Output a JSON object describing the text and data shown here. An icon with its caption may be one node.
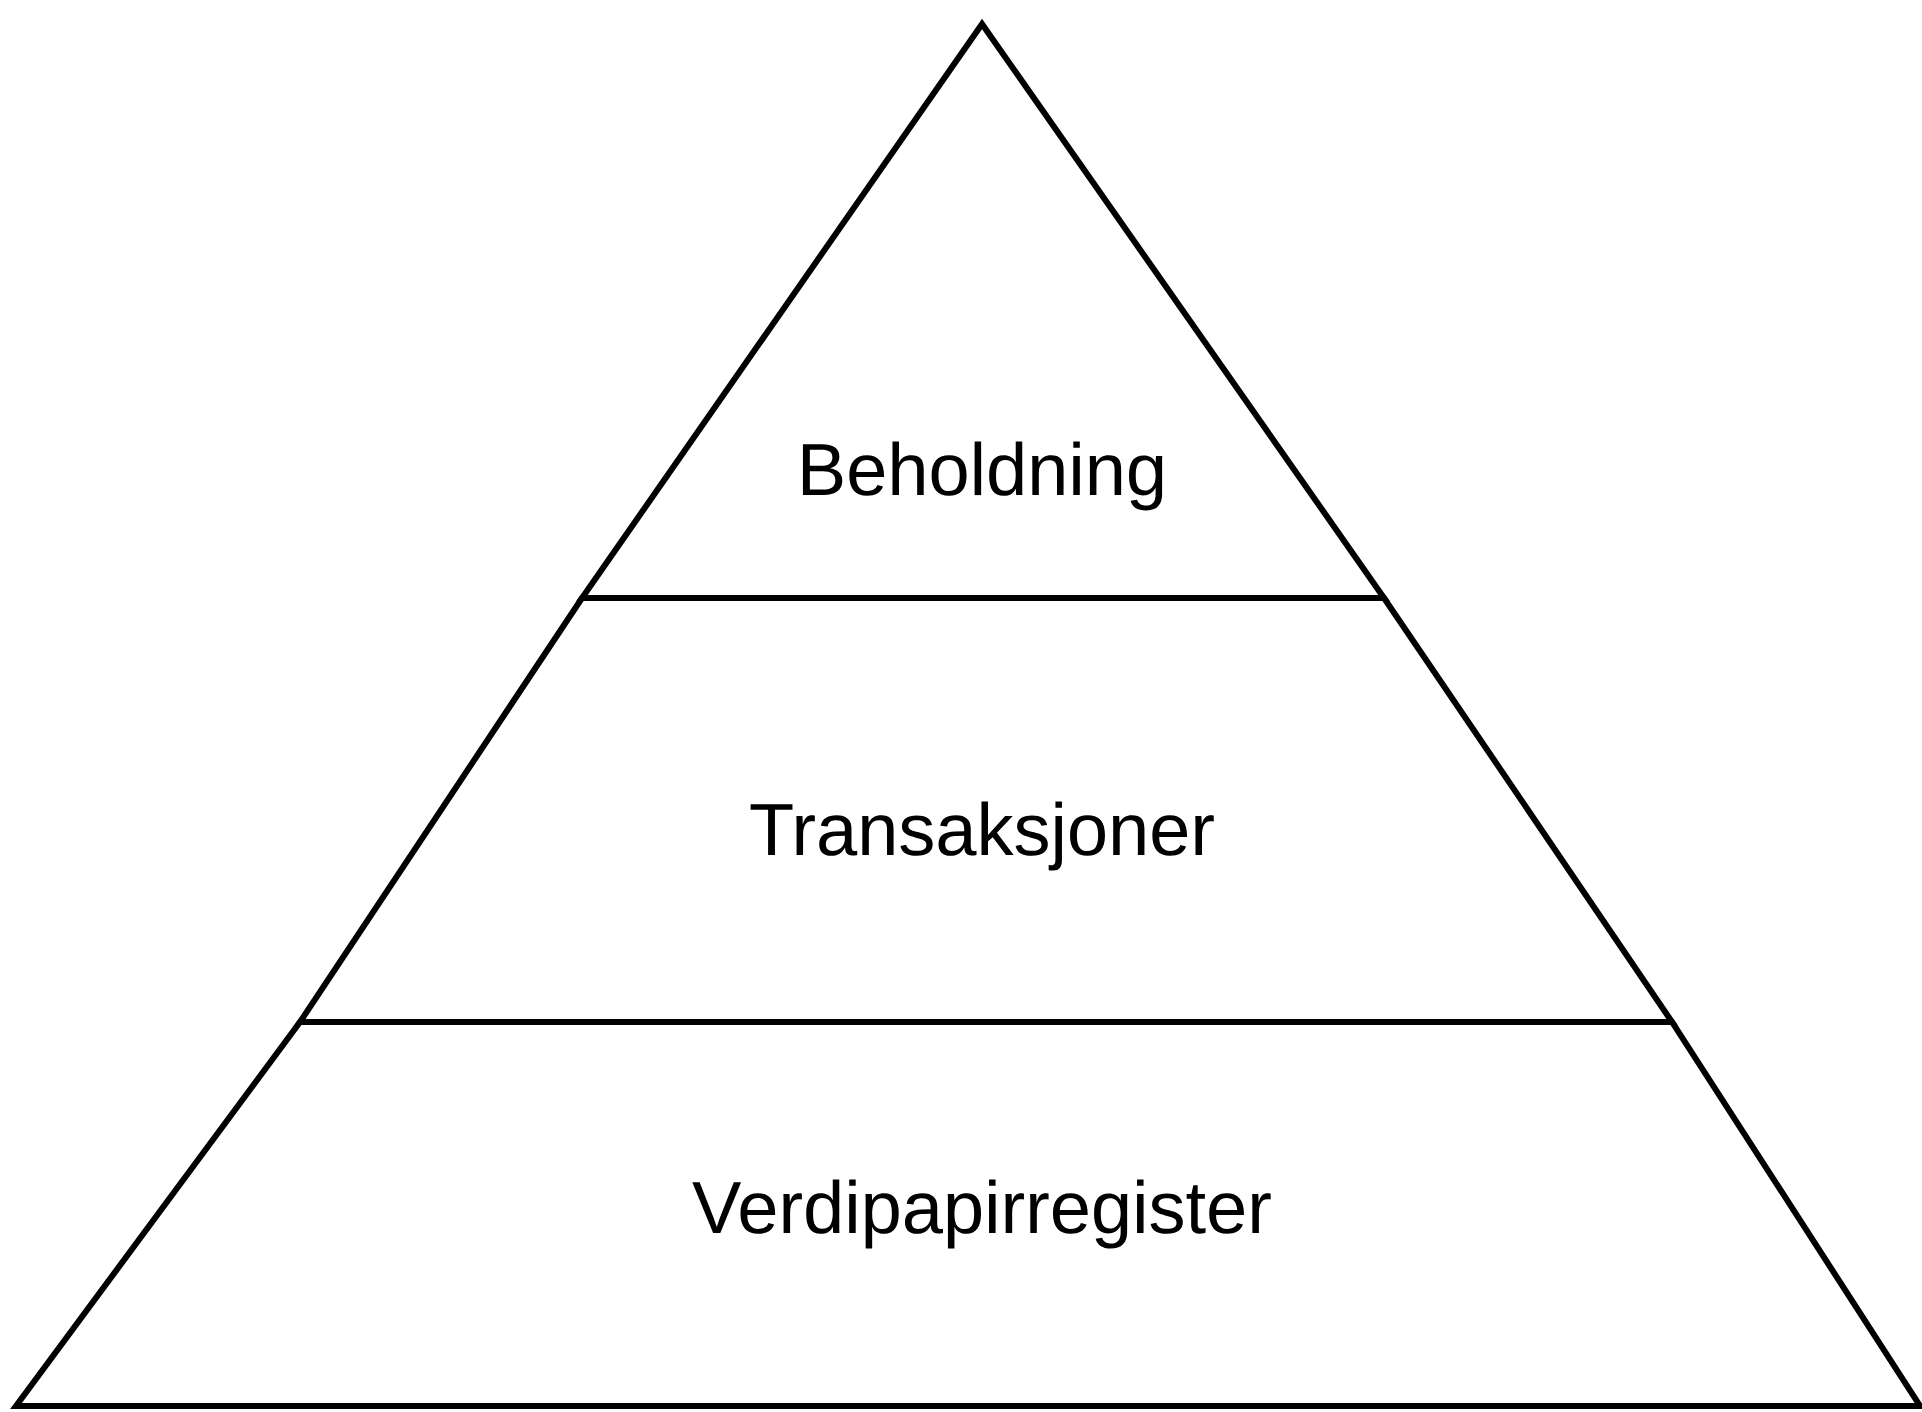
{
  "diagram": {
    "nodes": [
      {
        "text": [
          "Beholdning"
        ]
      },
      {
        "text": [
          "Transaksjoner"
        ]
      },
      {
        "text": [
          "Verdipapirregister"
        ]
      }
    ]
  }
}
